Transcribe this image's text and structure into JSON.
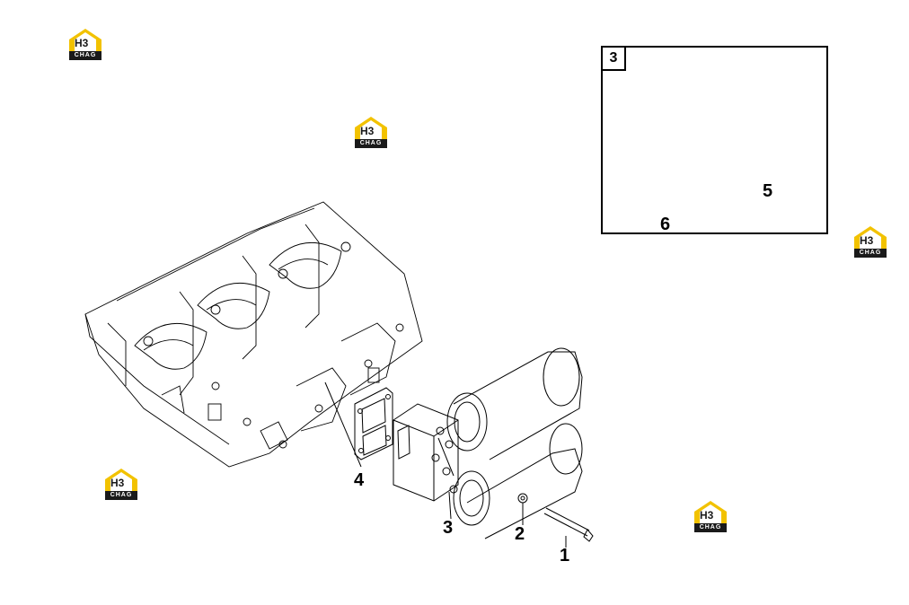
{
  "diagram": {
    "callouts": {
      "c1": "1",
      "c2": "2",
      "c3": "3",
      "c4": "4",
      "c5": "5",
      "c6": "6"
    },
    "inset": {
      "tag": "3"
    },
    "logo": {
      "mark": "H3",
      "text": "CHAG",
      "colors": {
        "accent": "#f2c200",
        "dark": "#1a1a1a"
      }
    }
  }
}
